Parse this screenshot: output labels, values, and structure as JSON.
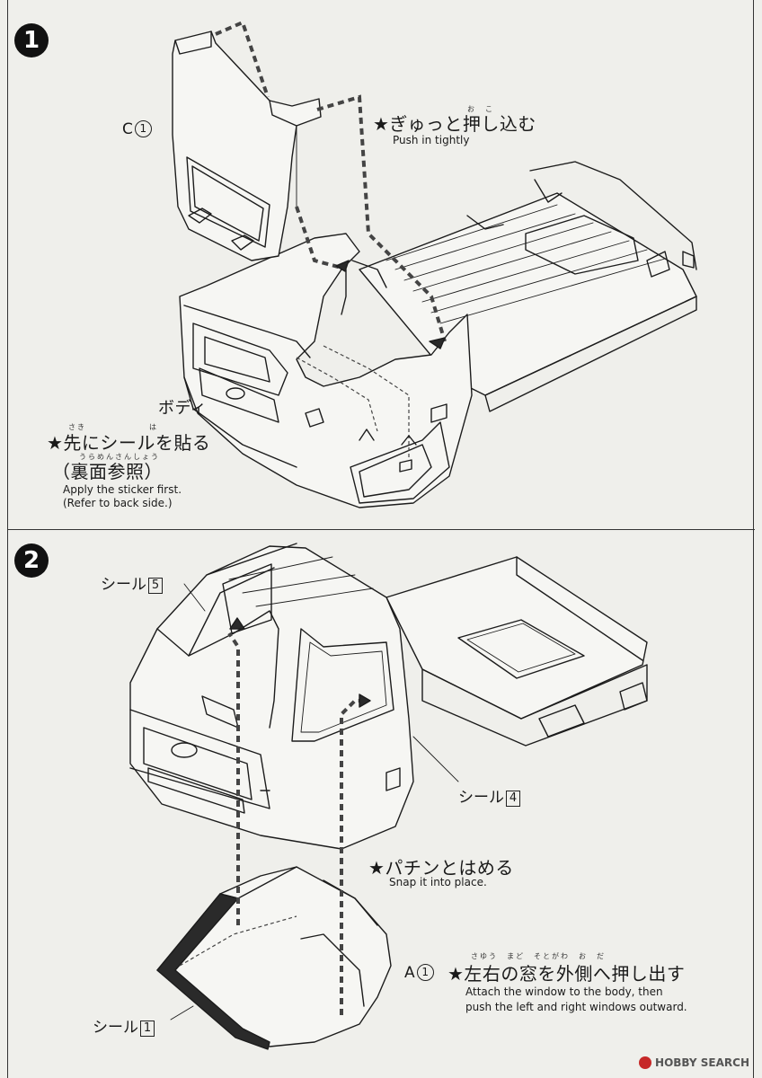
{
  "step1": {
    "badge": "1",
    "part_label": "C",
    "part_num": "1",
    "push_jp": "★ぎゅっと押し込む",
    "push_ruby": "お　こ",
    "push_en": "Push in tightly",
    "body_label": "ボディ",
    "sticker_jp": "★先にシールを貼る",
    "sticker_ruby": "さき　　　　　　　は",
    "refer_jp": "（裏面参照）",
    "refer_ruby": "うらめんさんしょう",
    "sticker_en_1": "Apply the sticker first.",
    "sticker_en_2": "(Refer to back side.)"
  },
  "step2": {
    "badge": "2",
    "seal_label": "シール",
    "seal_5": "5",
    "seal_4": "4",
    "seal_1": "1",
    "snap_jp": "★パチンとはめる",
    "snap_en": "Snap it into place.",
    "part_label": "A",
    "part_num": "1",
    "window_jp": "★左右の窓を外側へ押し出す",
    "window_ruby": "さゆう　まど　そとがわ　お　だ",
    "window_en_1": "Attach the window to the body, then",
    "window_en_2": "push the left and right windows outward."
  },
  "watermark": {
    "text": "HOBBY SEARCH"
  }
}
